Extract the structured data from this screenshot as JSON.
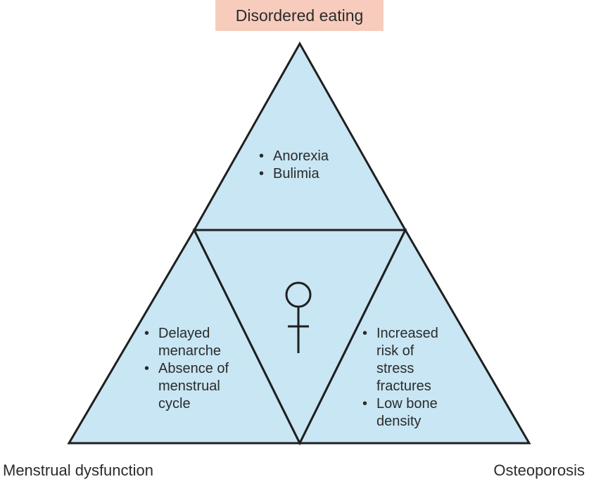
{
  "nodes": {
    "top": {
      "title": "Disordered eating",
      "bullets": [
        "Anorexia",
        "Bulimia"
      ]
    },
    "left": {
      "title": "Menstrual dysfunction",
      "bullets": [
        "Delayed\nmenarche",
        "Absence of\nmenstrual\ncycle"
      ]
    },
    "right": {
      "title": "Osteoporosis",
      "bullets": [
        "Increased\nrisk of\nstress\nfractures",
        "Low bone\ndensity"
      ]
    }
  },
  "center_icon": "female-symbol-icon",
  "colors": {
    "fill": "#c8e6f4",
    "stroke": "#1f1f1f",
    "title_bg": "#f7ccbc"
  }
}
